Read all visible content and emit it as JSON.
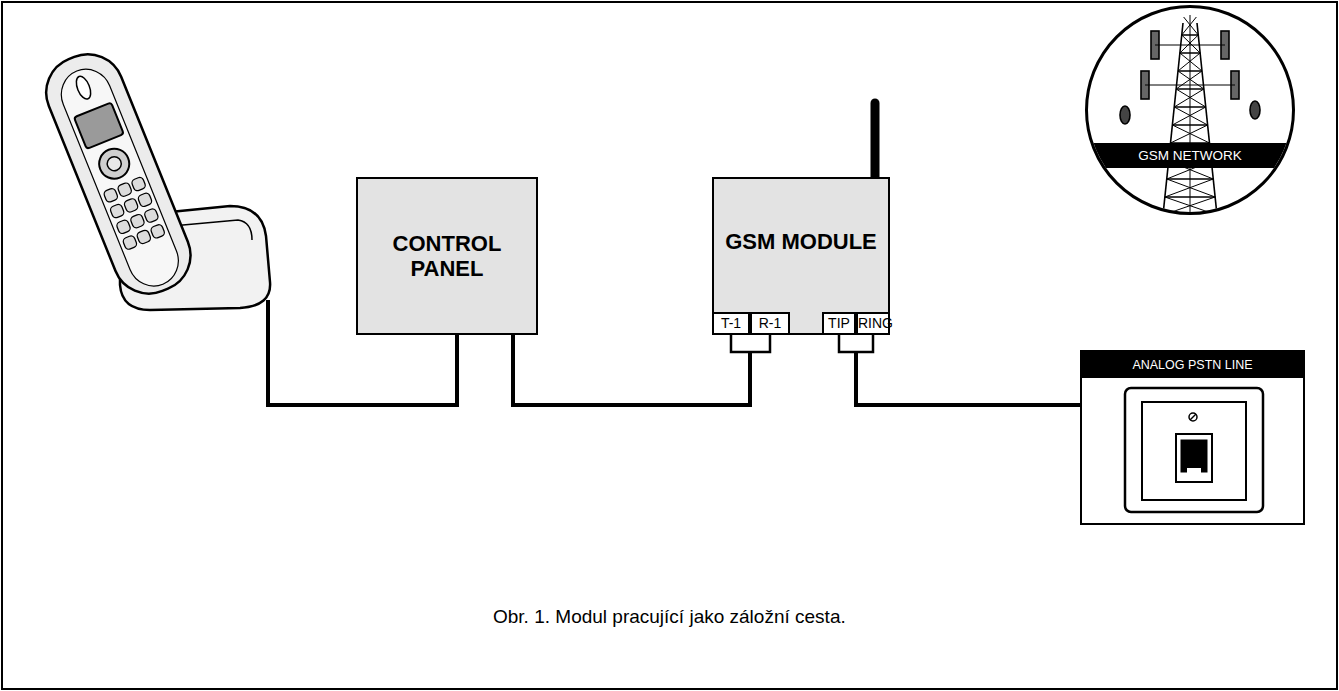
{
  "diagram": {
    "caption": "Obr. 1. Modul pracující jako záložní cesta.",
    "nodes": [
      {
        "text": [
          "CONTROL PANEL"
        ]
      },
      {
        "text": [
          "GSM MODULE"
        ]
      },
      {
        "text": [
          "GSM NETWORK"
        ]
      },
      {
        "text": [
          "ANALOG PSTN LINE"
        ]
      }
    ],
    "edges": [
      {
        "from": 0,
        "to": 1,
        "arrow": "none"
      },
      {
        "from": 1,
        "to": 3,
        "arrow": "none"
      }
    ],
    "labels": [
      "T-1",
      "R-1",
      "TIP",
      "RING"
    ]
  }
}
